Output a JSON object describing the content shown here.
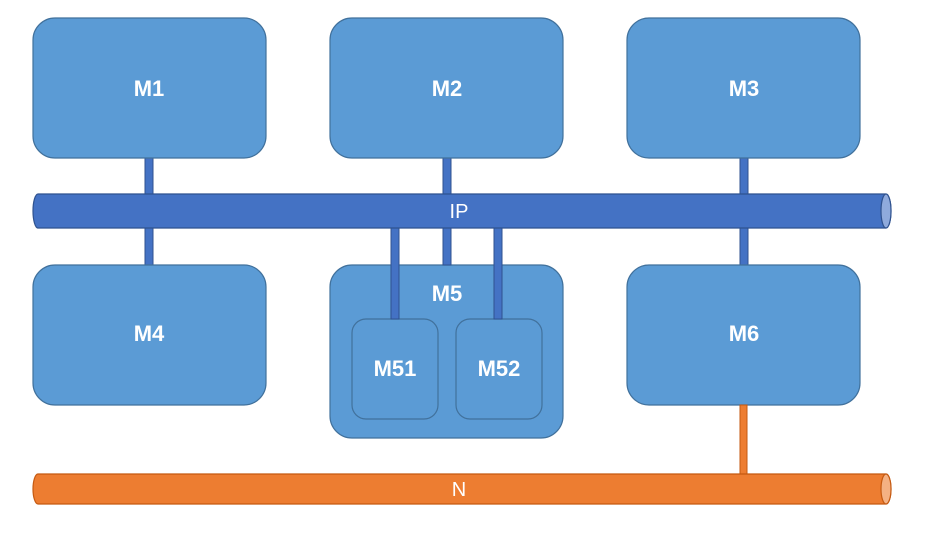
{
  "modules": {
    "m1": {
      "label": "M1"
    },
    "m2": {
      "label": "M2"
    },
    "m3": {
      "label": "M3"
    },
    "m4": {
      "label": "M4"
    },
    "m5": {
      "label": "M5"
    },
    "m51": {
      "label": "M51"
    },
    "m52": {
      "label": "M52"
    },
    "m6": {
      "label": "M6"
    }
  },
  "buses": {
    "ip": {
      "label": "IP"
    },
    "n": {
      "label": "N"
    }
  },
  "colors": {
    "module_fill": "#5b9bd5",
    "module_stroke": "#41719c",
    "ip_bus": "#4472c4",
    "ip_bus_cap": "#8faadc",
    "n_bus": "#ed7d31",
    "n_bus_cap": "#f4b183"
  }
}
